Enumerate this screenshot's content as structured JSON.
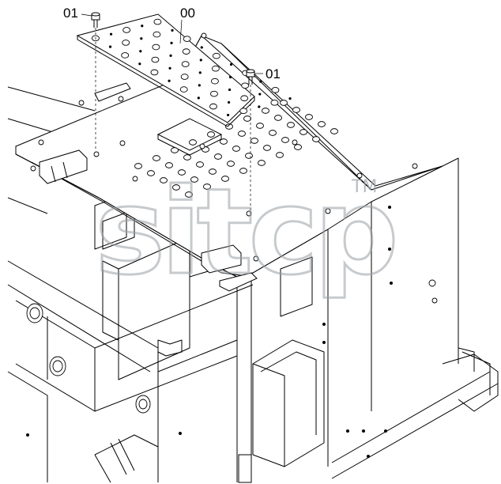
{
  "callouts": {
    "bolt_top": "01",
    "plate": "00",
    "bolt_right": "01"
  },
  "watermark": {
    "text": "sitcp",
    "trademark": "TM",
    "color": "#9aa0a6"
  },
  "colors": {
    "line": "#000000",
    "background": "#ffffff"
  }
}
